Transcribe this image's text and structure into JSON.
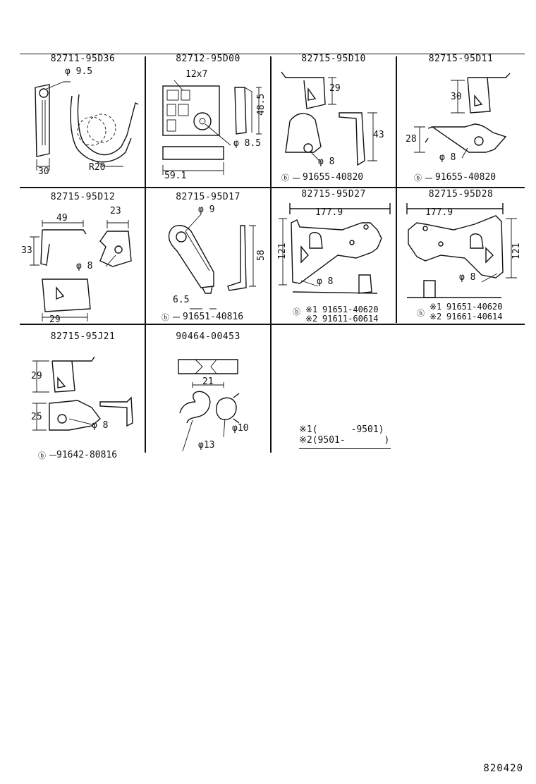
{
  "parts": [
    {
      "pn": "82711-95D36",
      "dims": [
        "φ 9.5",
        "30",
        "R20"
      ]
    },
    {
      "pn": "82712-95D00",
      "dims": [
        "12x7",
        "48.5",
        "φ 8.5",
        "59.1"
      ]
    },
    {
      "pn": "82715-95D10",
      "dims": [
        "29",
        "43",
        "φ 8"
      ],
      "bolt": "91655-40820"
    },
    {
      "pn": "82715-95D11",
      "dims": [
        "30",
        "28",
        "φ 8"
      ],
      "bolt": "91655-40820"
    },
    {
      "pn": "82715-95D12",
      "dims": [
        "49",
        "23",
        "33",
        "φ 8",
        "29"
      ]
    },
    {
      "pn": "82715-95D17",
      "dims": [
        "φ 9",
        "58",
        "6.5"
      ],
      "bolt": "91651-40816"
    },
    {
      "pn": "82715-95D27",
      "dims": [
        "177.9",
        "121",
        "φ 8"
      ],
      "bolt1": "91651-40620",
      "bolt2": "91611-60614"
    },
    {
      "pn": "82715-95D28",
      "dims": [
        "177.9",
        "121",
        "φ 8"
      ],
      "bolt1": "91651-40620",
      "bolt2": "91661-40614"
    },
    {
      "pn": "82715-95J21",
      "dims": [
        "29",
        "25",
        "φ 8"
      ],
      "bolt": "91642-80816"
    },
    {
      "pn": "90464-00453",
      "dims": [
        "21",
        "φ10",
        "φ13"
      ]
    }
  ],
  "bolt_symbol": "B",
  "footnote": {
    "n1": "※1(      -9501)",
    "n2": "※2(9501-       )"
  },
  "mark1": "※1",
  "mark2": "※2",
  "diagram_code": "820420"
}
